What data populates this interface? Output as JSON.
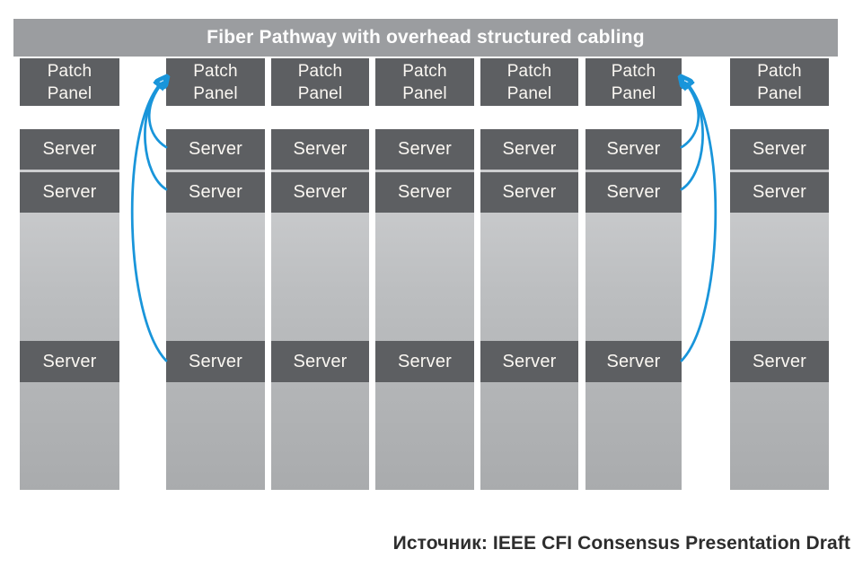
{
  "banner": {
    "title": "Fiber Pathway with overhead structured cabling"
  },
  "racks": [
    {
      "patch_panel": "Patch\nPanel",
      "servers": [
        "Server",
        "Server",
        "Server"
      ]
    },
    {
      "patch_panel": "Patch\nPanel",
      "servers": [
        "Server",
        "Server",
        "Server"
      ]
    },
    {
      "patch_panel": "Patch\nPanel",
      "servers": [
        "Server",
        "Server",
        "Server"
      ]
    },
    {
      "patch_panel": "Patch\nPanel",
      "servers": [
        "Server",
        "Server",
        "Server"
      ]
    },
    {
      "patch_panel": "Patch\nPanel",
      "servers": [
        "Server",
        "Server",
        "Server"
      ]
    },
    {
      "patch_panel": "Patch\nPanel",
      "servers": [
        "Server",
        "Server",
        "Server"
      ]
    },
    {
      "patch_panel": "Patch\nPanel",
      "servers": [
        "Server",
        "Server",
        "Server"
      ]
    }
  ],
  "connections": [
    {
      "from": "rack-2-server-1",
      "to": "rack-2-patch-panel"
    },
    {
      "from": "rack-2-server-2",
      "to": "rack-2-patch-panel"
    },
    {
      "from": "rack-2-server-3",
      "to": "rack-2-patch-panel"
    },
    {
      "from": "rack-6-server-1",
      "to": "rack-6-patch-panel"
    },
    {
      "from": "rack-6-server-2",
      "to": "rack-6-patch-panel"
    },
    {
      "from": "rack-6-server-3",
      "to": "rack-6-patch-panel"
    }
  ],
  "caption": "Источник: IEEE CFI Consensus Presentation Draft",
  "colors": {
    "banner_bg": "#9b9da0",
    "box_bg": "#5d5f62",
    "rack_gradient_top": "#d3d4d6",
    "rack_gradient_bottom": "#a9abad",
    "arrow_blue": "#1995da",
    "caption_text": "#2d2d2d"
  }
}
